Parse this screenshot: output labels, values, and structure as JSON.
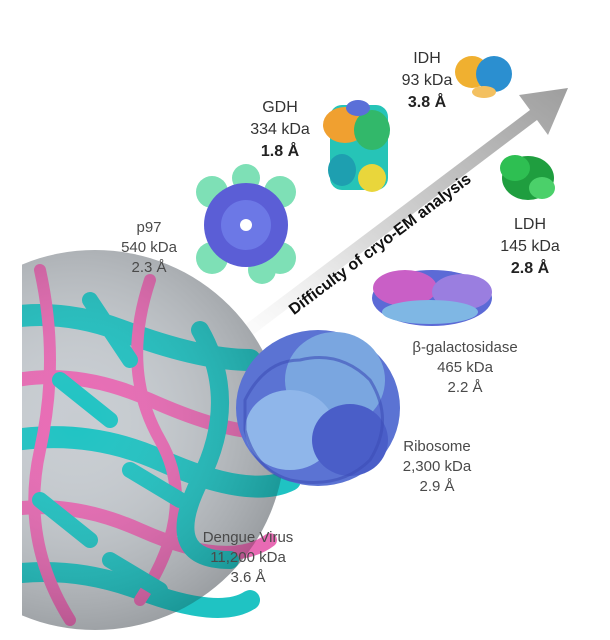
{
  "arrow": {
    "label": "Difficulty of cryo-EM analysis"
  },
  "molecules": {
    "idh": {
      "name": "IDH",
      "mass": "93 kDa",
      "resolution": "3.8 Å"
    },
    "gdh": {
      "name": "GDH",
      "mass": "334 kDa",
      "resolution": "1.8 Å"
    },
    "ldh": {
      "name": "LDH",
      "mass": "145 kDa",
      "resolution": "2.8 Å"
    },
    "p97": {
      "name": "p97",
      "mass": "540 kDa",
      "resolution": "2.3 Å"
    },
    "bgal": {
      "name": "β-galactosidase",
      "mass": "465 kDa",
      "resolution": "2.2 Å"
    },
    "ribosome": {
      "name": "Ribosome",
      "mass": "2,300 kDa",
      "resolution": "2.9 Å"
    },
    "dengue": {
      "name": "Dengue Virus",
      "mass": "11,200 kDa",
      "resolution": "3.6 Å"
    }
  },
  "colors": {
    "cyan": "#1fc3c3",
    "magenta": "#e86ab4",
    "silver": "#c7ccd1",
    "blue": "#5a6fd8",
    "orange": "#f0a030",
    "green": "#2ea84a"
  }
}
